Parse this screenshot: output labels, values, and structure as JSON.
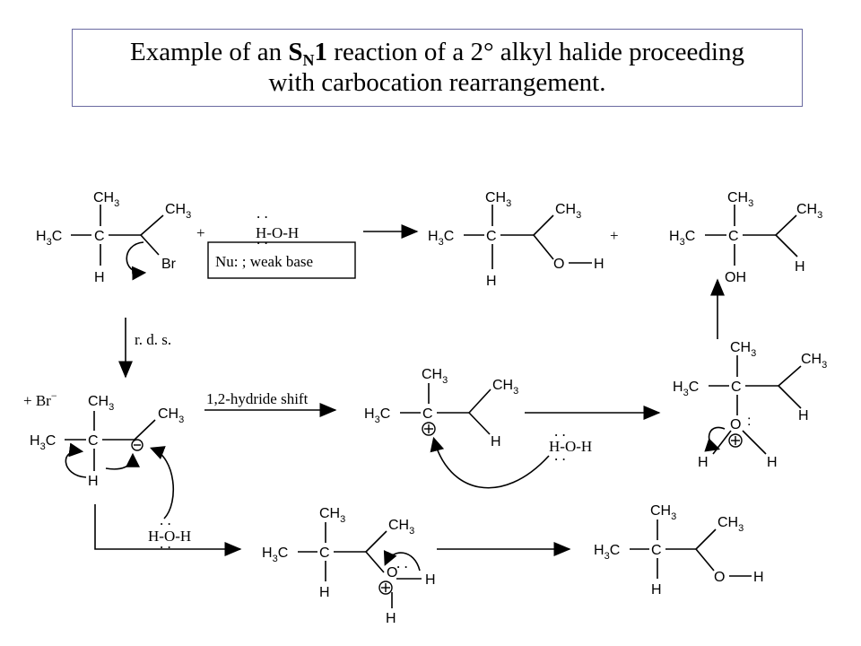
{
  "title": {
    "prefix": "Example of an ",
    "sn": "S",
    "sn_sub": "N",
    "sn_num": "1",
    "suffix": " reaction of a 2° alkyl halide proceeding",
    "line2": "with carbocation rearrangement."
  },
  "labels": {
    "rds": "r. d. s.",
    "hydride_shift": "1,2-hydride shift",
    "nu_box": "Nu: ;  weak base",
    "plus": "+",
    "plus_br": "+ Br",
    "minus": "−",
    "water": "H-O-H",
    "ch": "CH",
    "h3c": "H",
    "three": "3",
    "c": "C",
    "h": "H",
    "o": "O",
    "oh": "OH",
    "br": "Br",
    "dots": ". .",
    "colon": ":"
  },
  "colors": {
    "ink": "#000000",
    "box_border": "#6a6aa0"
  }
}
